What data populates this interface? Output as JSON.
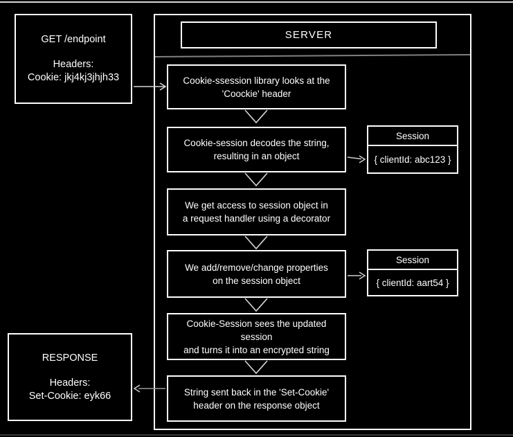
{
  "colors": {
    "background": "#000000",
    "box_border": "#ffffff",
    "text": "#ffffff",
    "divider": "#808080",
    "arrow": "#d6d6d6",
    "arrow_muted": "#9a9a9a"
  },
  "request_box": {
    "title": "GET /endpoint",
    "body": "Headers:\nCookie: jkj4kj3jhjh33"
  },
  "server": {
    "title": "SERVER",
    "steps": [
      {
        "text": "Cookie-ssession library looks at the\n'Coockie' header"
      },
      {
        "text": "Cookie-session decodes the string,\nresulting in an object"
      },
      {
        "text": "We get access to session object in\na request handler using a decorator"
      },
      {
        "text": "We add/remove/change properties\non the session object"
      },
      {
        "text": "Cookie-Session sees the updated\nsession\nand turns it into an encrypted string"
      },
      {
        "text": "String sent back in the 'Set-Cookie'\nheader on the response object"
      }
    ]
  },
  "sessions": [
    {
      "title": "Session",
      "body": "{ clientId: abc123 }"
    },
    {
      "title": "Session",
      "body": "{ clientId: aart54 }"
    }
  ],
  "response_box": {
    "title": "RESPONSE",
    "body": "Headers:\nSet-Cookie: eyk66"
  }
}
